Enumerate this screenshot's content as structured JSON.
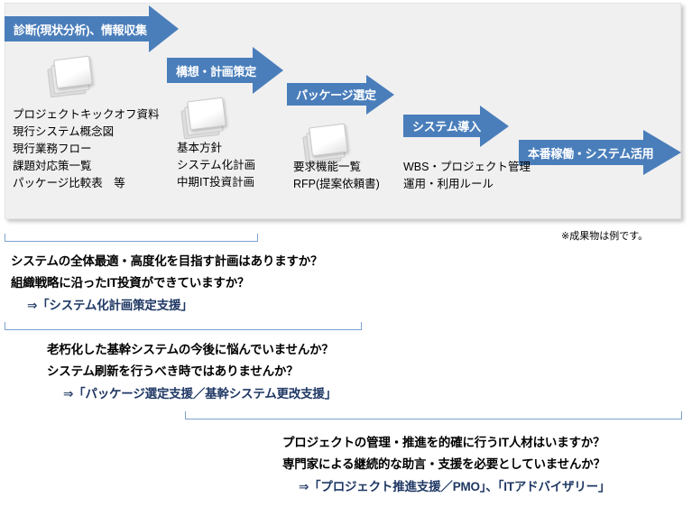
{
  "panel": {
    "note": "※成果物は例です。"
  },
  "phases": [
    {
      "label": "診断(現状分析)、情報収集",
      "icon": "document-stack-icon",
      "deliverables": [
        "プロジェクトキックオフ資料",
        "現行システム概念図",
        "現行業務フロー",
        "課題対応策一覧",
        "パッケージ比較表　等"
      ]
    },
    {
      "label": "構想・計画策定",
      "icon": "document-stack-icon",
      "deliverables": [
        "基本方針",
        "システム化計画",
        "中期IT投資計画"
      ]
    },
    {
      "label": "パッケージ選定",
      "icon": "document-stack-icon",
      "deliverables": [
        "要求機能一覧",
        "RFP(提案依頼書)"
      ]
    },
    {
      "label": "システム導入",
      "icon": null,
      "deliverables": [
        "WBS・プロジェクト管理",
        "運用・利用ルール"
      ]
    },
    {
      "label": "本番稼働・システム活用",
      "icon": null,
      "deliverables": []
    }
  ],
  "questions": [
    {
      "lines": [
        "システムの全体最適・高度化を目指す計画はありますか？",
        "組織戦略に沿ったIT投資ができていますか？"
      ],
      "answer": "⇒「システム化計画策定支援」"
    },
    {
      "lines": [
        "老朽化した基幹システムの今後に悩んでいませんか？",
        "システム刷新を行うべき時ではありませんか？"
      ],
      "answer": "⇒「パッケージ選定支援／基幹システム更改支援」"
    },
    {
      "lines": [
        "プロジェクトの管理・推進を的確に行うIT人材はいますか？",
        "専門家による継続的な助言・支援を必要としていませんか？"
      ],
      "answer": "⇒「プロジェクト推進支援／PMO」、「ITアドバイザリー」"
    }
  ],
  "colors": {
    "arrow": "#4a7ebb",
    "panel_bg": "#f0f0f0",
    "bracket": "#7ba2cf",
    "answer_text": "#1f3864"
  }
}
